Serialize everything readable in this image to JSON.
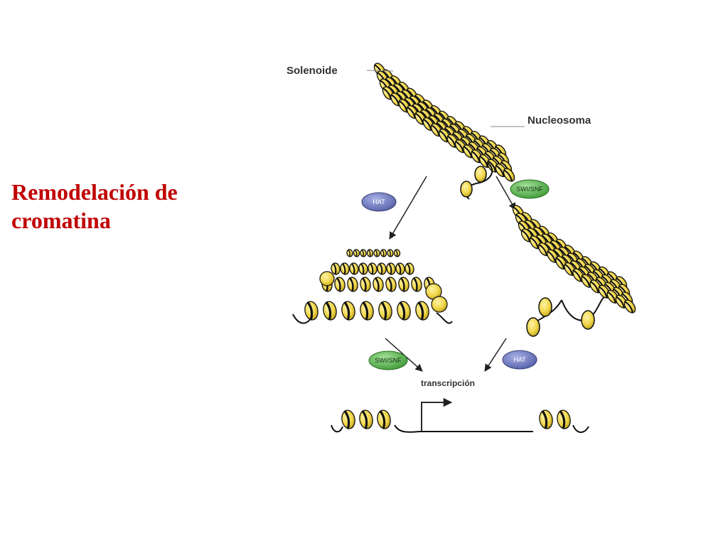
{
  "title_lines": [
    "Remodelación de",
    "cromatina"
  ],
  "labels": {
    "solenoid": "Solenoide",
    "nucleosome": "Nucleosoma",
    "transcription": "transcripción"
  },
  "enzymes": {
    "hat": "HAT",
    "swi_snf": "SWI/SNF"
  },
  "colors": {
    "title": "#c00000",
    "nucleosome_fill": "#f0d648",
    "nucleosome_outline": "#1a1a1a",
    "hat_fill": "#6670b4",
    "swi_snf_fill": "#53b04a",
    "arrow": "#222222"
  }
}
